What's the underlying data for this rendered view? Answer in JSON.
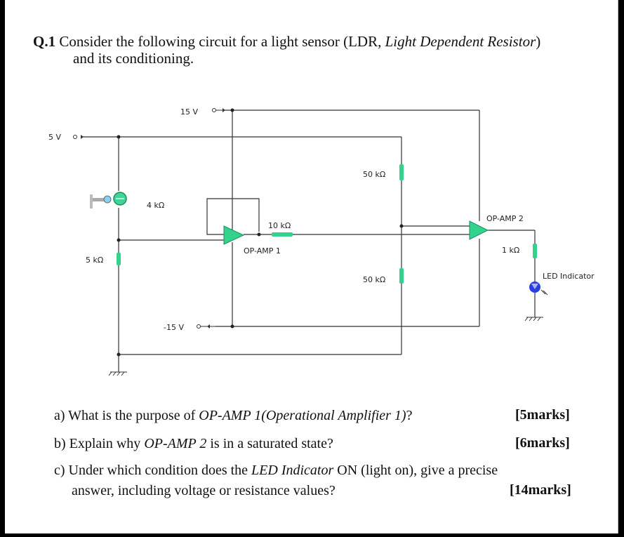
{
  "question": {
    "number": "Q.1",
    "intro_a": "Consider the following circuit for a light sensor (LDR,",
    "intro_italic": "Light Dependent Resistor",
    "intro_b": ")",
    "intro_line2": "and its conditioning."
  },
  "circuit": {
    "v15": "15 V",
    "v5": "5 V",
    "vneg15": "-15 V",
    "r_ldr_series": "4 kΩ",
    "r_bottom": "5 kΩ",
    "r_10k": "10 kΩ",
    "r_50k_top": "50 kΩ",
    "r_50k_bottom": "50 kΩ",
    "r_1k": "1 kΩ",
    "opamp1": "OP-AMP 1",
    "opamp2": "OP-AMP 2",
    "led": "LED Indicator"
  },
  "parts": [
    {
      "pre": "a) What is the purpose of ",
      "em": "OP-AMP 1(Operational Amplifier 1)",
      "post": "?",
      "marks": "[5marks]"
    },
    {
      "pre": "b) Explain why ",
      "em": "OP-AMP 2",
      "post": " is in a saturated state?",
      "marks": "[6marks]"
    },
    {
      "pre": "c) Under which condition does the ",
      "em": "LED Indicator",
      "post": " ON (light on), give a precise",
      "line2": "answer, including voltage or resistance values?",
      "marks": "[14marks]"
    }
  ]
}
